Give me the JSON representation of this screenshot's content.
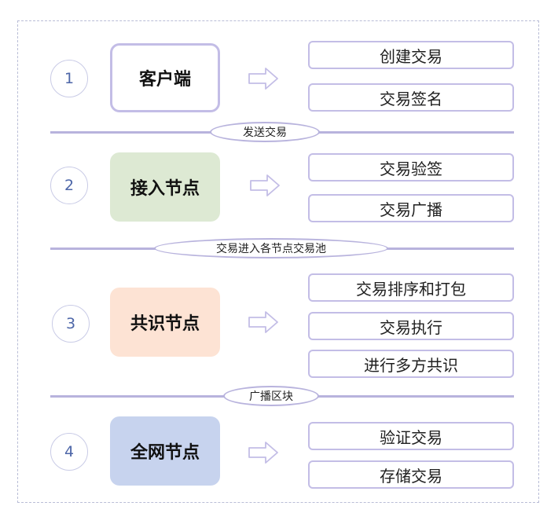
{
  "steps": [
    {
      "num": "1",
      "node": "客户端",
      "node_color": "#ffffff",
      "actions": [
        "创建交易",
        "交易签名"
      ]
    },
    {
      "num": "2",
      "node": "接入节点",
      "node_color": "#dde9d3",
      "actions": [
        "交易验签",
        "交易广播"
      ]
    },
    {
      "num": "3",
      "node": "共识节点",
      "node_color": "#fde3d4",
      "actions": [
        "交易排序和打包",
        "交易执行",
        "进行多方共识"
      ]
    },
    {
      "num": "4",
      "node": "全网节点",
      "node_color": "#c7d3ee",
      "actions": [
        "验证交易",
        "存储交易"
      ]
    }
  ],
  "transitions": [
    "发送交易",
    "交易进入各节点交易池",
    "广播区块"
  ],
  "colors": {
    "accent_border": "#c3bde6",
    "divider": "#b8b3dd",
    "step_number": "#4d66a8"
  }
}
